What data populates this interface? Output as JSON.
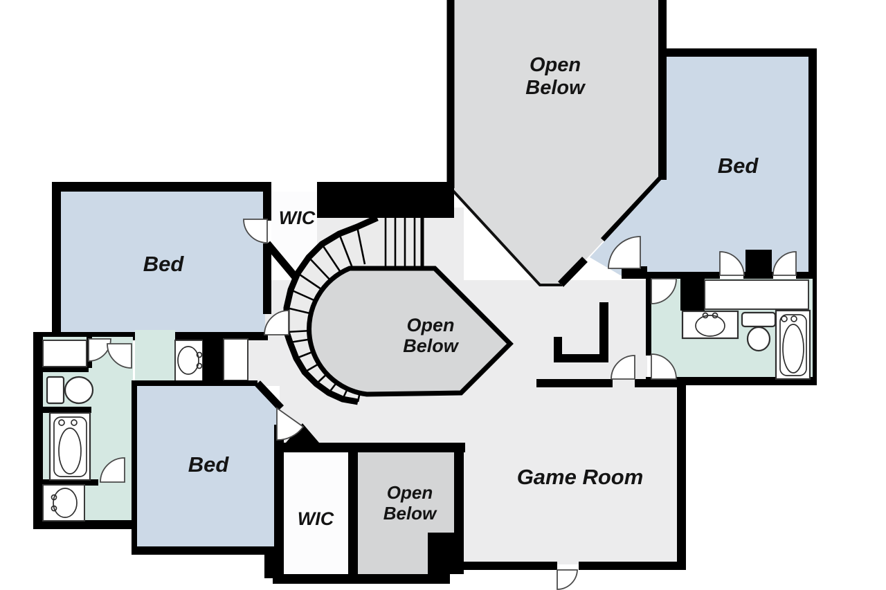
{
  "plan": {
    "type": "floor-plan",
    "rooms": [
      {
        "id": "open-below-top",
        "lines": [
          "Open",
          "Below"
        ]
      },
      {
        "id": "bed-top-right",
        "lines": [
          "Bed"
        ]
      },
      {
        "id": "bed-left",
        "lines": [
          "Bed"
        ]
      },
      {
        "id": "wic-top",
        "lines": [
          "WIC"
        ]
      },
      {
        "id": "open-below-center",
        "lines": [
          "Open",
          "Below"
        ]
      },
      {
        "id": "bed-bottom-left",
        "lines": [
          "Bed"
        ]
      },
      {
        "id": "wic-bottom",
        "lines": [
          "WIC"
        ]
      },
      {
        "id": "open-below-bottom",
        "lines": [
          "Open",
          "Below"
        ]
      },
      {
        "id": "game-room",
        "lines": [
          "Game Room"
        ]
      }
    ],
    "fixtures": [
      "spiral-staircase",
      "toilet",
      "bathtub",
      "sink",
      "vanity",
      "door-swing"
    ],
    "colors": {
      "wall": "#000000",
      "bedroom_fill": "#ccd9e7",
      "bathroom_fill": "#d5e8e2",
      "open_below_fill": "#dbdcdd",
      "floor_fill": "#ececed",
      "stair_fill": "#ebebeb",
      "closet_fill": "#fcfcfd",
      "background": "#ffffff"
    }
  }
}
